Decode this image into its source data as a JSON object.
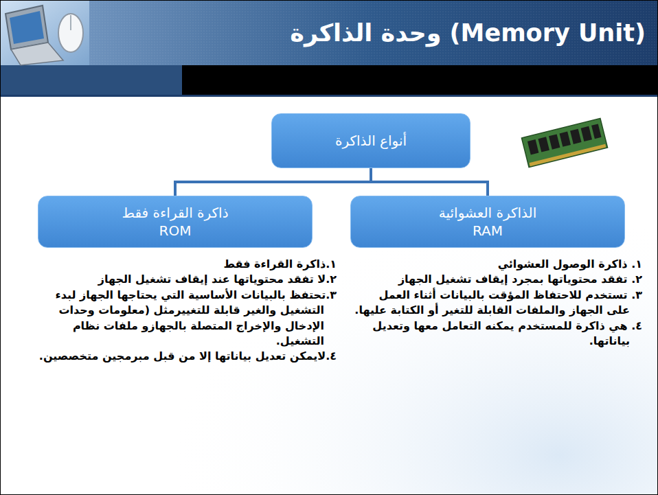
{
  "diagram": {
    "title": "وحدة الذاكرة (Memory Unit)",
    "nodes": [
      {
        "text": [
          "أنواع الذاكرة"
        ]
      },
      {
        "text": [
          "الذاكرة العشوائية",
          "RAM"
        ]
      },
      {
        "text": [
          "ذاكرة القراءة فقط",
          "ROM"
        ]
      }
    ],
    "edges": [
      {
        "from": 0,
        "to": 1,
        "arrow": "none"
      },
      {
        "from": 0,
        "to": 2,
        "arrow": "none"
      }
    ],
    "labels": [
      "١. ذاكرة الوصول العشوائي",
      "٢. تفقد محتوياتها بمجرد إيقاف تشغيل الجهاز",
      "٣. تستخدم للاحتفاظ المؤقت بالبيانات أثناء العمل على الجهاز والملفات القابلة للتغير أو الكتابة عليها.",
      "٤. هي ذاكرة للمستخدم يمكنه التعامل معها وتعديل بياناتها.",
      "١.ذاكرة القراءة فقط",
      "٢.لا تفقد محتوياتها عند إيقاف تشغيل الجهاز",
      "٣.تحتفظ بالبيانات الأساسية التي يحتاجها الجهاز لبدء التشغيل والغير قابلة للتغييرمثل (معلومات وحدات الإدخال والإخراج المتصلة بالجهازو ملفات نظام التشغيل.",
      "٤.لايمكن تعديل بياناتها إلا من قبل مبرمجين متخصصين."
    ]
  }
}
